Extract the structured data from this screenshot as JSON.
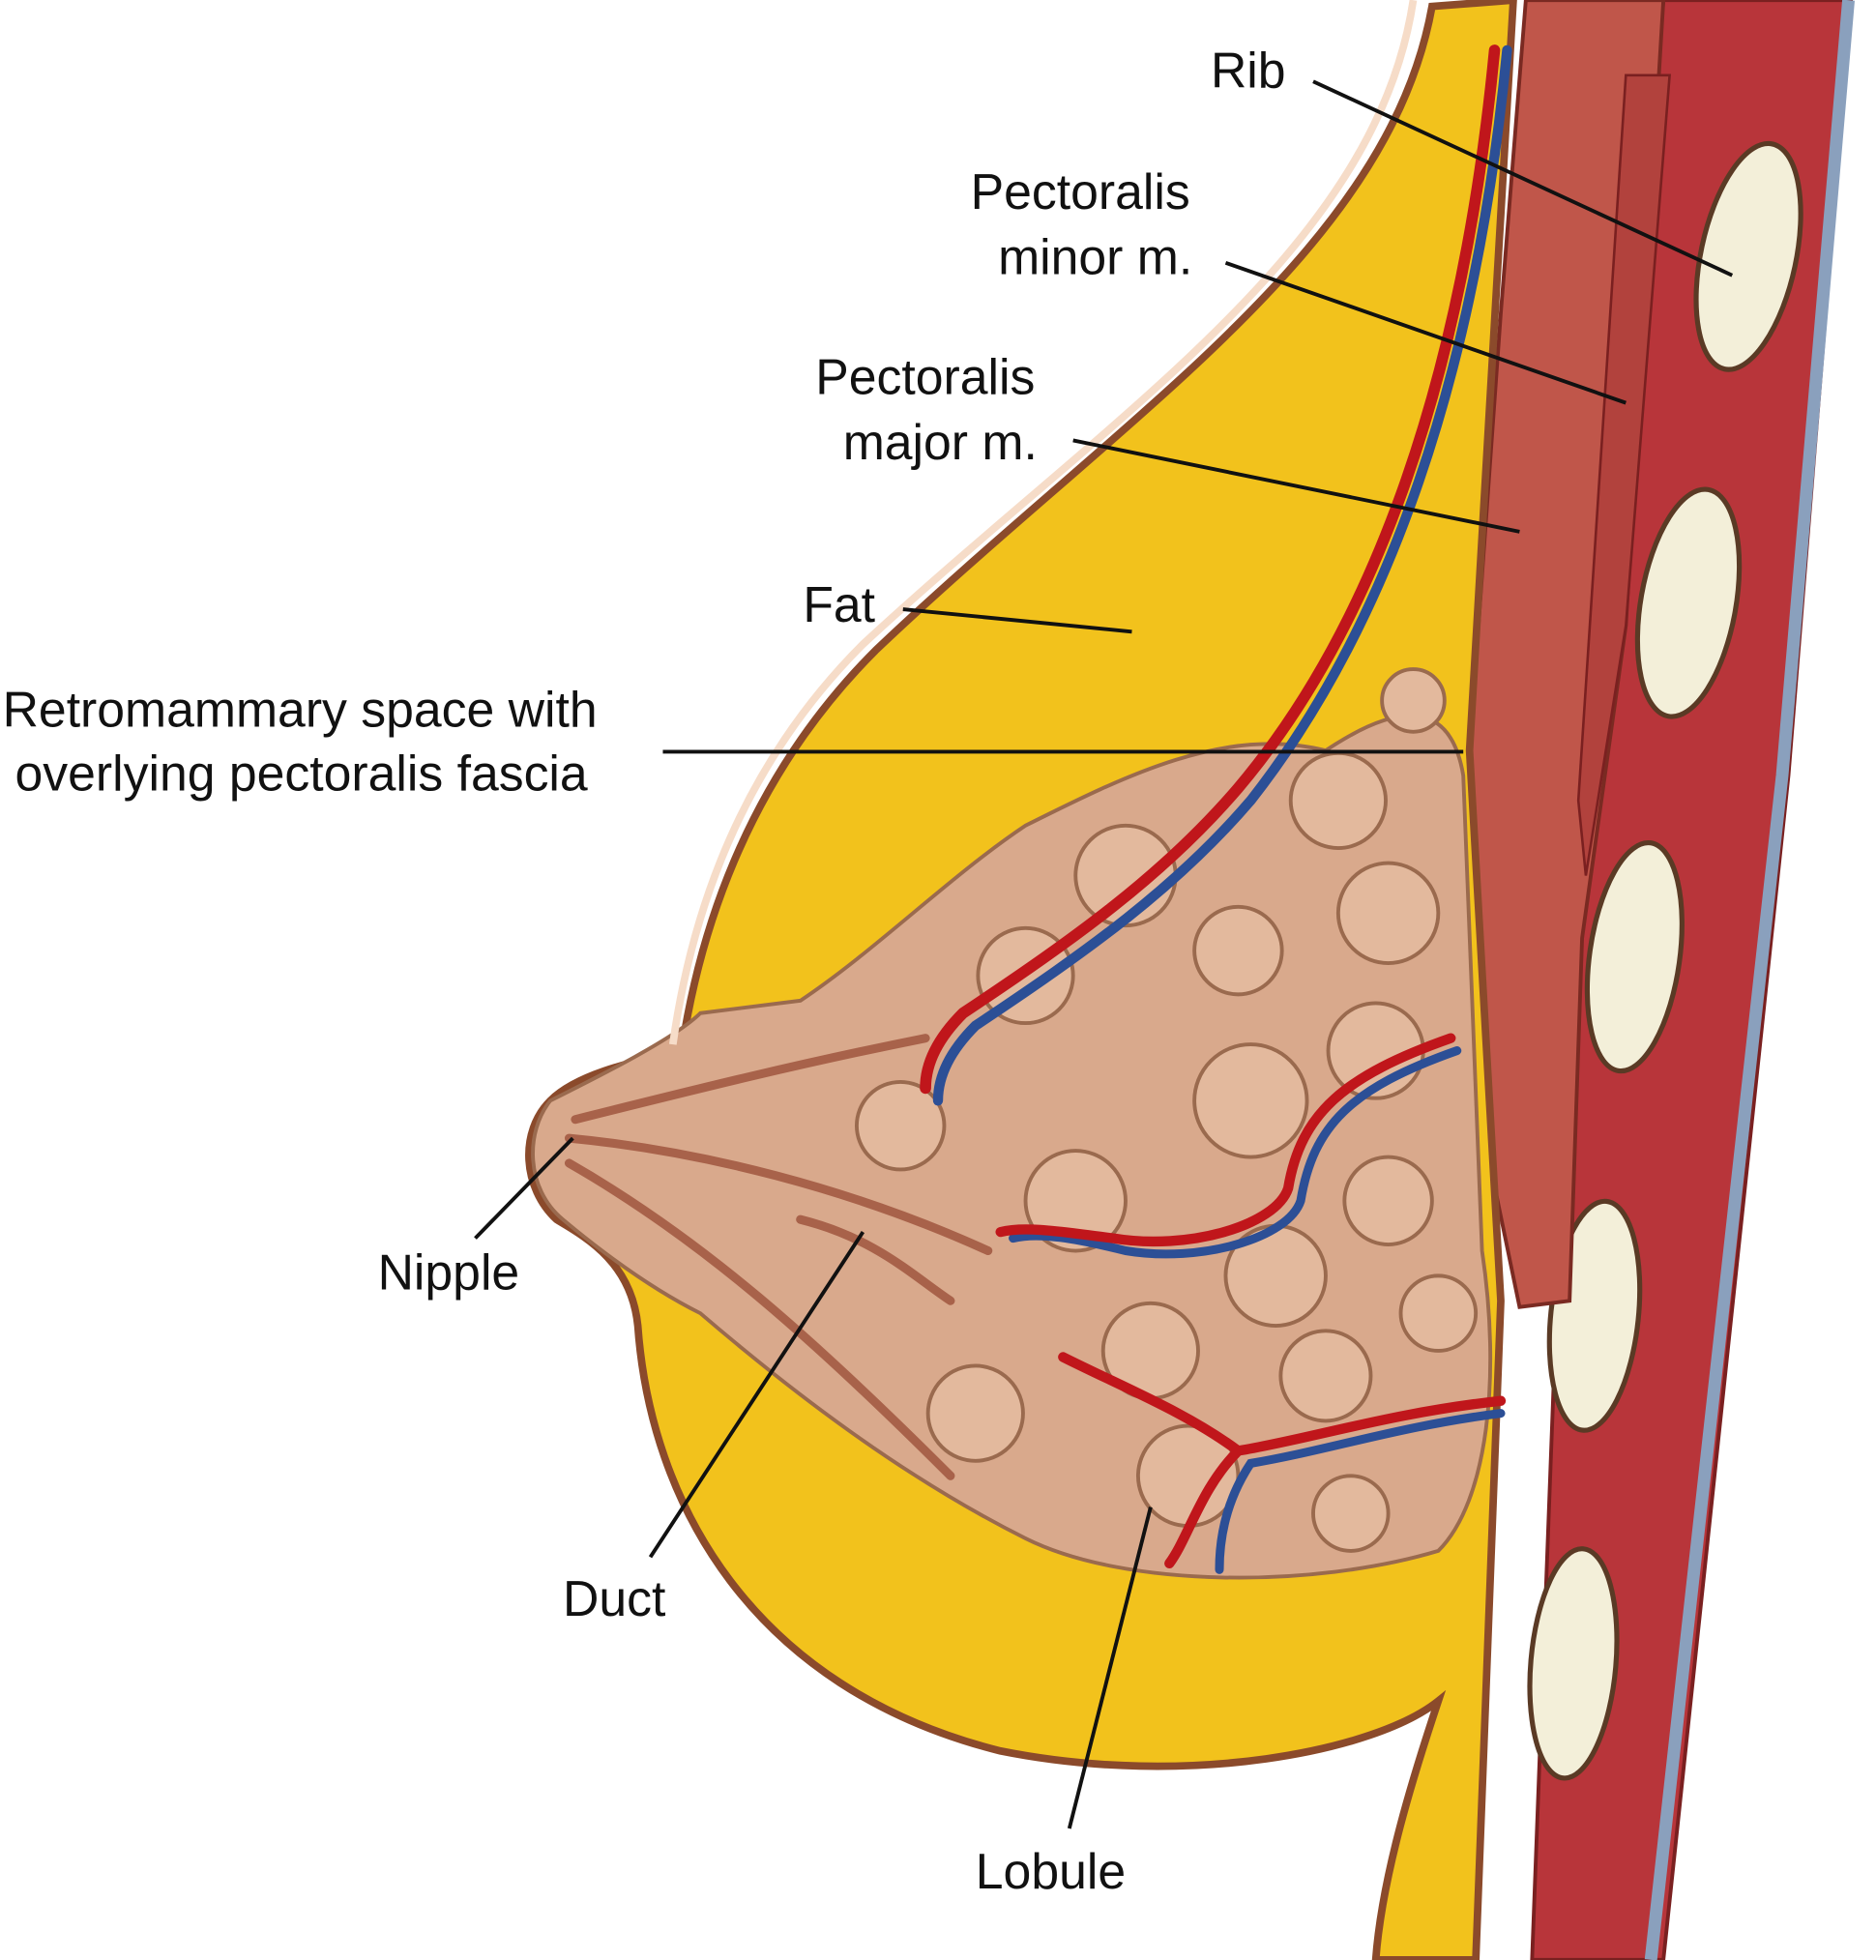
{
  "labels": {
    "rib": "Rib",
    "pect_minor_1": "Pectoralis",
    "pect_minor_2": "minor m.",
    "pect_major_1": "Pectoralis",
    "pect_major_2": "major m.",
    "fat": "Fat",
    "retro_1": "Retromammary space with",
    "retro_2": "overlying pectoralis fascia",
    "nipple": "Nipple",
    "duct": "Duct",
    "lobule": "Lobule"
  },
  "colors": {
    "fat": "#f2c21c",
    "skin": "#8b4a2b",
    "muscle": "#c0564a",
    "gland": "#d9a98c",
    "artery": "#c0161b",
    "vein": "#2c4f96",
    "rib": "#f3efd9"
  }
}
